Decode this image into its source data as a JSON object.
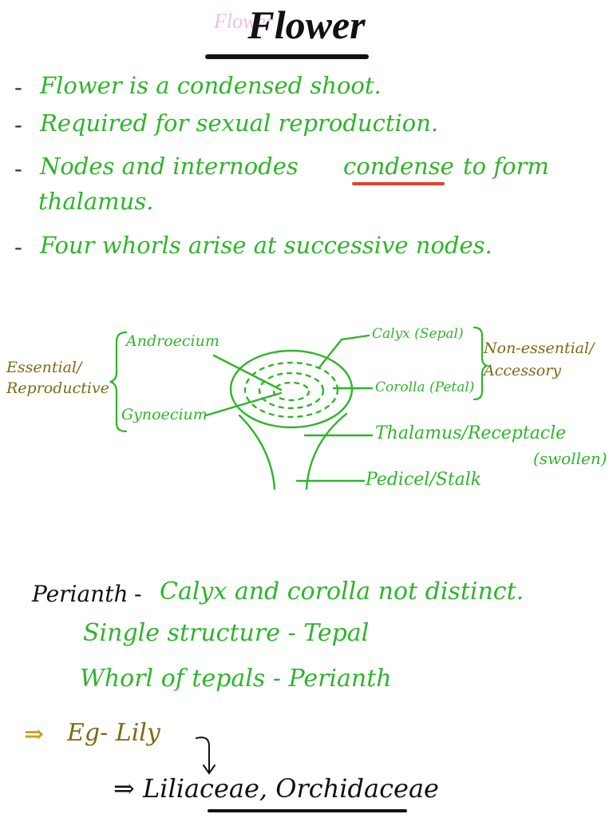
{
  "title": "Flower",
  "title_ghost": "Flower",
  "bullets": [
    {
      "dash": "-",
      "text": "Flower is a condensed shoot."
    },
    {
      "dash": "-",
      "text": "Required for sexual reproduction."
    },
    {
      "dash": "-",
      "before": "Nodes and internodes",
      "highlight": "condense",
      "after": "to form",
      "line2": "thalamus."
    },
    {
      "dash": "-",
      "text": "Four whorls arise at successive nodes."
    }
  ],
  "diagram": {
    "androecium": "Androecium",
    "gynoecium": "Gynoecium",
    "essential_group": "Essential/ Reproductive",
    "calyx": "Calyx (Sepal)",
    "corolla": "Corolla (Petal)",
    "non_essential_group": "Non-essential/ Accessory",
    "thalamus": "Thalamus/Receptacle",
    "swollen": "(swollen)",
    "pedicel": "Pedicel/Stalk"
  },
  "perianth": {
    "term": "Perianth",
    "dash1": "-",
    "line1": "Calyx and corolla not distinct.",
    "line2": "Single structure - Tepal",
    "line3": "Whorl of tepals - Perianth"
  },
  "example": {
    "arrow": "⇒",
    "text": "Eg- Lily",
    "bottom": "⇒ Liliaceae, Orchidaceae"
  },
  "colors": {
    "green": "#2eb52a",
    "olive": "#7d6a12",
    "red_underline": "#e0442a",
    "gold": "#c9a11a"
  }
}
